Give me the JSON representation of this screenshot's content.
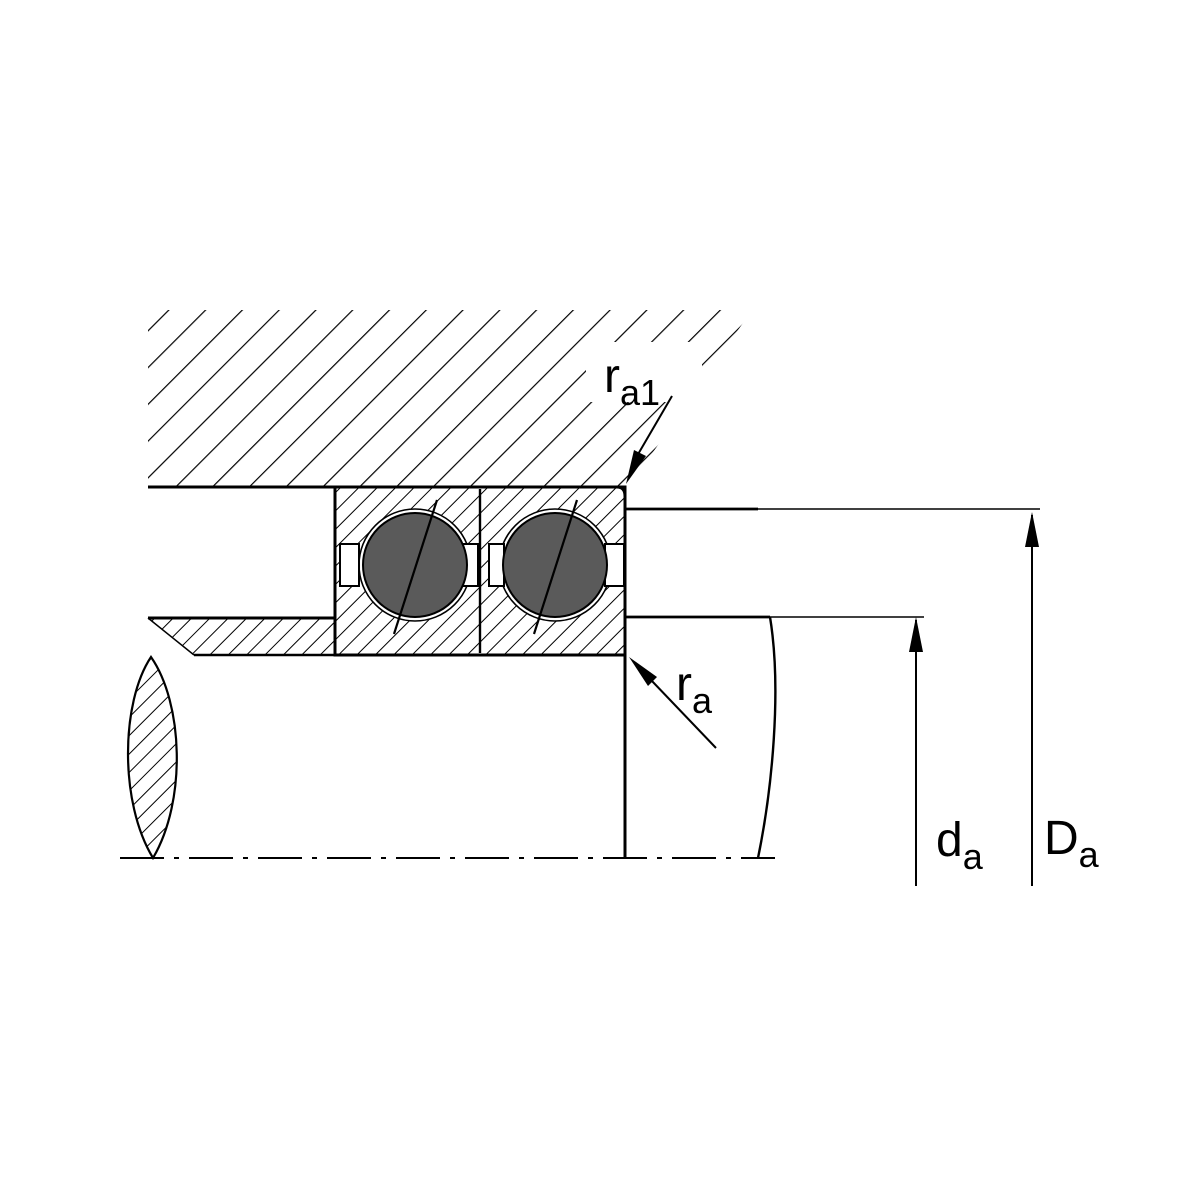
{
  "title": "Bearing mounting dimensions cross-section diagram",
  "labels": {
    "ra1": {
      "main": "r",
      "sub": "a1"
    },
    "ra": {
      "main": "r",
      "sub": "a"
    },
    "da": {
      "main": "d",
      "sub": "a"
    },
    "Da": {
      "main": "D",
      "sub": "a"
    }
  },
  "colors": {
    "line": "#000000",
    "ball": "#5a5a5a",
    "background": "#ffffff"
  }
}
